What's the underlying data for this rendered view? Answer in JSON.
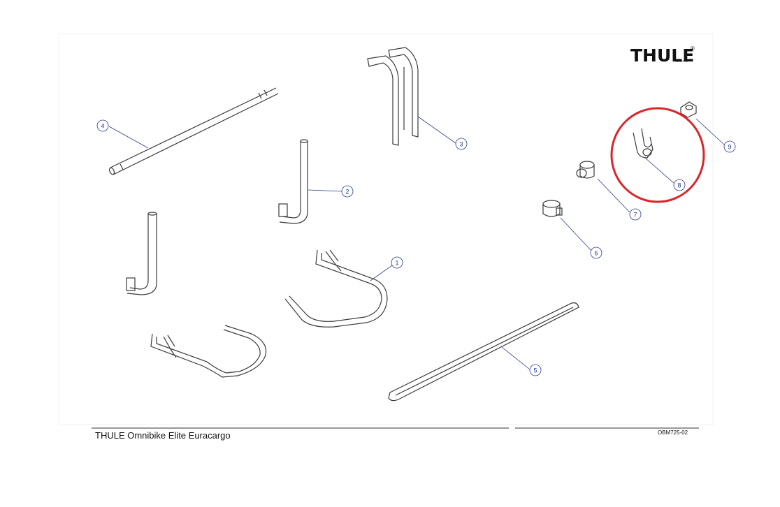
{
  "brand": {
    "logo_text": "THULE",
    "logo_registered": "®",
    "logo_sub": "SWEDEN"
  },
  "footer": {
    "title": "THULE Omnibike Elite Euracargo",
    "code": "OBM725-02"
  },
  "callouts": [
    "1",
    "2",
    "3",
    "4",
    "5",
    "6",
    "7",
    "8",
    "9"
  ],
  "colors": {
    "line": "#3a3a3a",
    "callout": "#2a3a8c",
    "highlight": "#d8262b"
  }
}
